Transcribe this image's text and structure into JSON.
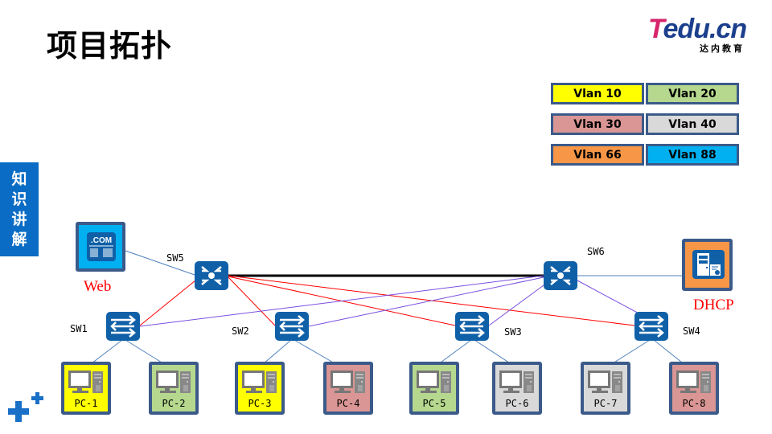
{
  "page": {
    "title": "项目拓扑",
    "side_tab": [
      "知",
      "识",
      "讲",
      "解"
    ]
  },
  "logo": {
    "main_first": "T",
    "main_rest": "edu.cn",
    "subtitle": "达内教育"
  },
  "legend": [
    {
      "label": "Vlan 10",
      "color": "#ffff00"
    },
    {
      "label": "Vlan 20",
      "color": "#b5d88e"
    },
    {
      "label": "Vlan 30",
      "color": "#d99694"
    },
    {
      "label": "Vlan 40",
      "color": "#d9d9d9"
    },
    {
      "label": "Vlan 66",
      "color": "#f79646"
    },
    {
      "label": "Vlan 88",
      "color": "#00b0f0"
    }
  ],
  "servers": {
    "web": {
      "label": "Web",
      "badge": ".COM",
      "vlan": "Vlan 88",
      "color": "#00b0f0"
    },
    "dhcp": {
      "label": "DHCP",
      "vlan": "Vlan 66",
      "color": "#f79646"
    }
  },
  "core_switches": [
    {
      "label": "SW5"
    },
    {
      "label": "SW6"
    }
  ],
  "access_switches": [
    {
      "label": "SW1"
    },
    {
      "label": "SW2"
    },
    {
      "label": "SW3"
    },
    {
      "label": "SW4"
    }
  ],
  "pcs": [
    {
      "label": "PC-1",
      "vlan": "Vlan 10",
      "color": "#ffff00"
    },
    {
      "label": "PC-2",
      "vlan": "Vlan 20",
      "color": "#b5d88e"
    },
    {
      "label": "PC-3",
      "vlan": "Vlan 10",
      "color": "#ffff00"
    },
    {
      "label": "PC-4",
      "vlan": "Vlan 30",
      "color": "#d99694"
    },
    {
      "label": "PC-5",
      "vlan": "Vlan 20",
      "color": "#b5d88e"
    },
    {
      "label": "PC-6",
      "vlan": "Vlan 40",
      "color": "#d9d9d9"
    },
    {
      "label": "PC-7",
      "vlan": "Vlan 40",
      "color": "#d9d9d9"
    },
    {
      "label": "PC-8",
      "vlan": "Vlan 30",
      "color": "#d99694"
    }
  ],
  "links": {
    "trunk_color": "#000000",
    "sw5_uplink_color": "#ff0000",
    "sw6_uplink_color": "#7b4fe0",
    "access_color": "#4f81bd"
  }
}
